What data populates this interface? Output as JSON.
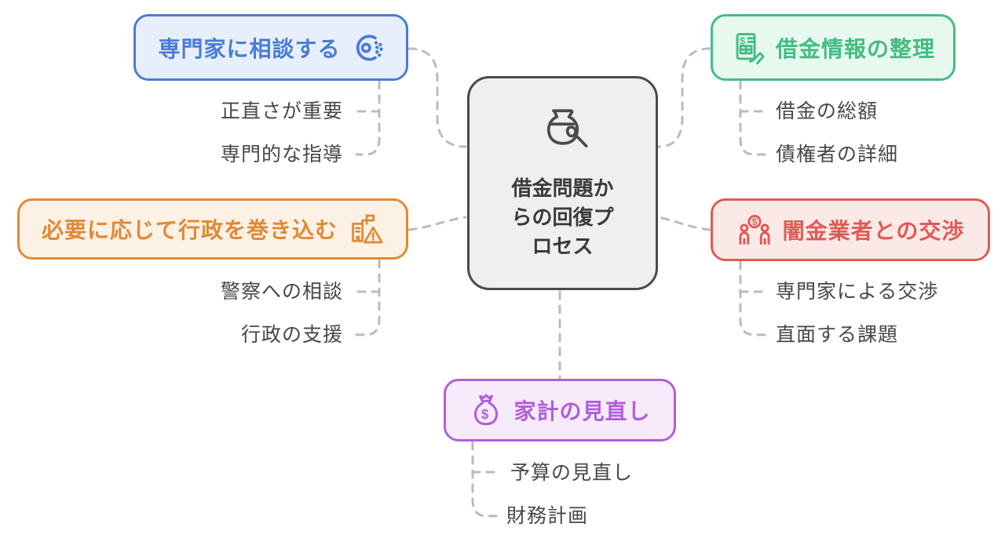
{
  "diagram_title": "借金問題からの回復プロセス",
  "center": {
    "title_lines": [
      "借金問題か",
      "らの回復プ",
      "ロセス"
    ],
    "icon": "vase-restoration-icon",
    "border_color": "#4A4A4A",
    "background": "#EFEFEF",
    "text_color": "#3A3A3A"
  },
  "branches": [
    {
      "id": "consult-expert",
      "label": "専門家に相談する",
      "icon": "consultation-target-icon",
      "accent": "#4A7CD6",
      "background": "#E8EFFC",
      "children": [
        "正直さが重要",
        "専門的な指導"
      ]
    },
    {
      "id": "organize-debt-info",
      "label": "借金情報の整理",
      "icon": "invoice-hand-icon",
      "accent": "#43BD82",
      "background": "#E7F8EF",
      "children": [
        "借金の総額",
        "債権者の詳細"
      ]
    },
    {
      "id": "involve-government",
      "label": "必要に応じて行政を巻き込む",
      "icon": "government-warning-icon",
      "accent": "#E08A36",
      "background": "#FBF1E4",
      "children": [
        "警察への相談",
        "行政の支援"
      ]
    },
    {
      "id": "negotiate-lenders",
      "label": "闇金業者との交渉",
      "icon": "negotiation-money-icon",
      "accent": "#E05A54",
      "background": "#FBE9E8",
      "children": [
        "専門家による交渉",
        "直面する課題"
      ]
    },
    {
      "id": "household-review",
      "label": "家計の見直し",
      "icon": "money-bag-icon",
      "accent": "#B15FD9",
      "background": "#F6EAFB",
      "children": [
        "予算の見直し",
        "財務計画"
      ]
    }
  ],
  "connector_color": "#BBBBBB"
}
